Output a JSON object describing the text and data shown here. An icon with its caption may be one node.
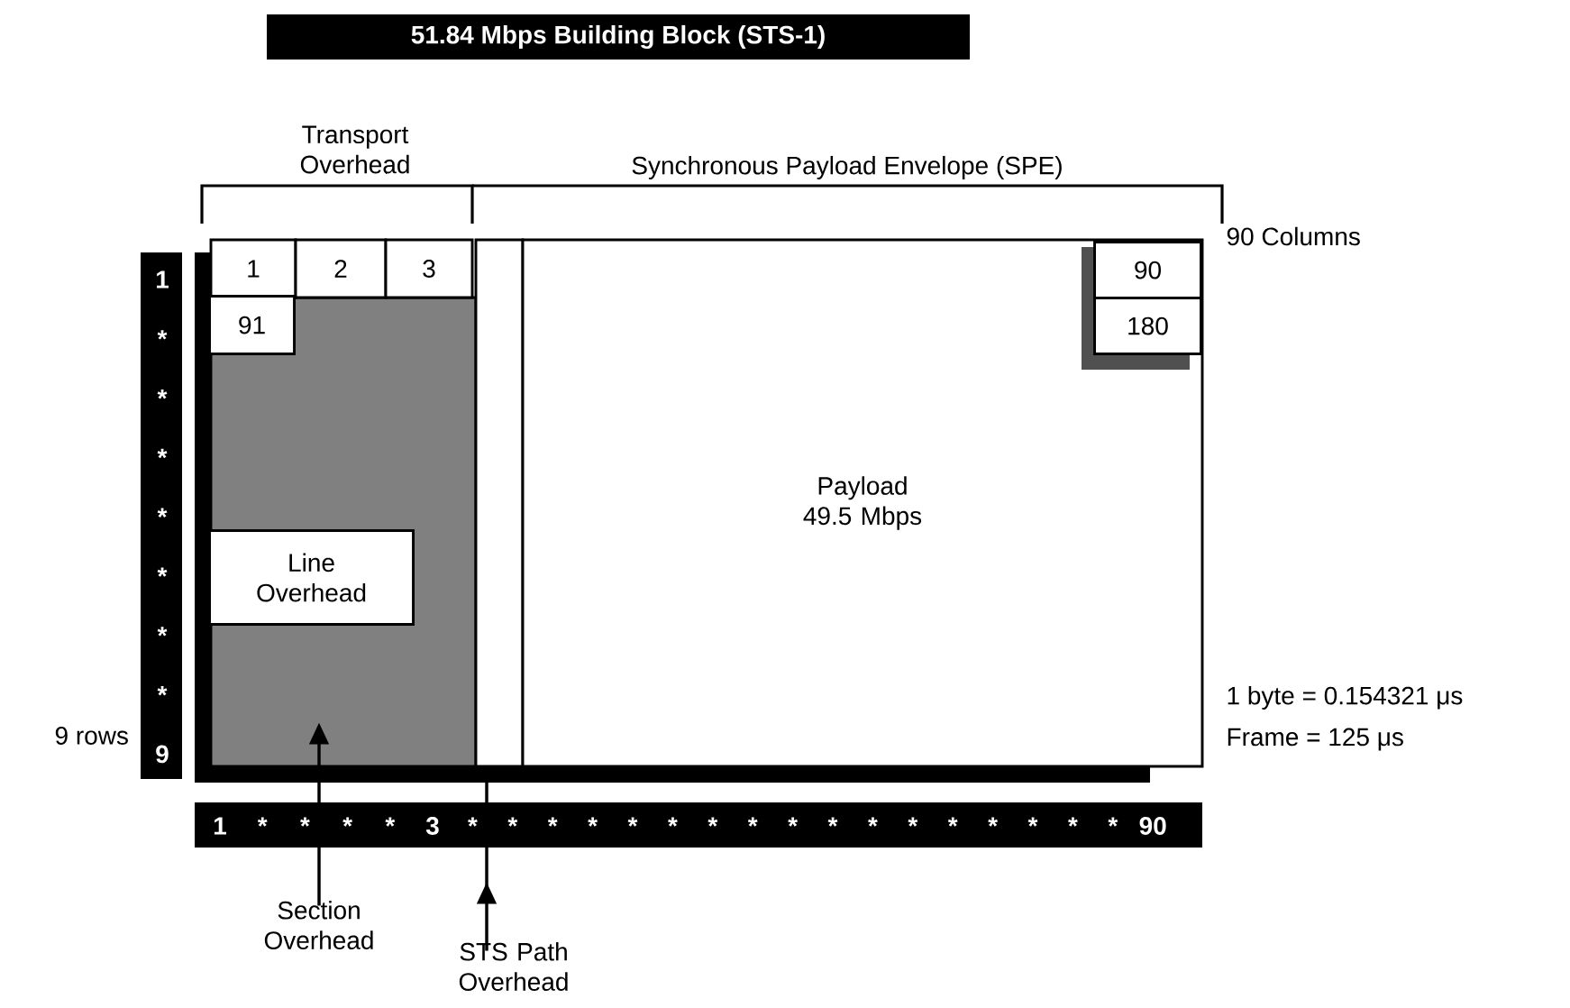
{
  "diagram": {
    "title": "51.84 Mbps Building Block (STS-1)",
    "nodes": [
      {
        "text": [],
        "shape": "box"
      },
      {
        "text": [
          "1"
        ]
      },
      {
        "text": [
          "2"
        ]
      },
      {
        "text": [
          "3"
        ]
      },
      {
        "text": [
          "91"
        ],
        "in": 0
      },
      {
        "text": [
          "Line Overhead"
        ],
        "in": 0
      },
      {
        "text": [],
        "shape": "box"
      },
      {
        "text": [
          "Payload 49.5 Mbps"
        ]
      },
      {
        "text": [
          "90"
        ],
        "in": 7
      },
      {
        "text": [
          "180"
        ],
        "in": 7
      },
      {
        "text": [
          "Section Overhead"
        ]
      },
      {
        "text": [
          "STS Path Overhead"
        ]
      }
    ],
    "edges": [
      {
        "from": 10,
        "to": 0,
        "arrow": "to"
      },
      {
        "from": 11,
        "to": 6,
        "arrow": "to"
      }
    ],
    "labels": [
      "Transport Overhead",
      "Synchronous Payload Envelope (SPE)",
      "90 Columns",
      "1",
      "*",
      "*",
      "*",
      "*",
      "*",
      "*",
      "*",
      "9",
      "9 rows",
      "1",
      "*",
      "*",
      "*",
      "*",
      "3",
      "*",
      "*",
      "*",
      "*",
      "*",
      "*",
      "*",
      "*",
      "*",
      "*",
      "*",
      "*",
      "*",
      "*",
      "*",
      "*",
      "*",
      "90",
      "1 byte = 0.154321 μs",
      "Frame = 125 μs"
    ]
  }
}
